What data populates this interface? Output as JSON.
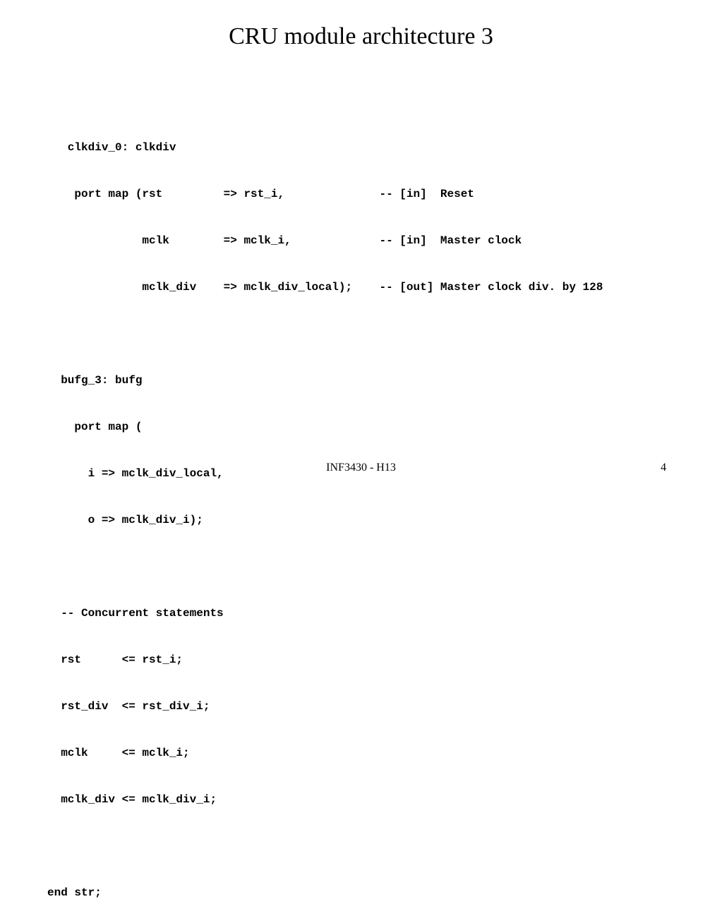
{
  "slide": {
    "title": "CRU module architecture 3",
    "code_lines": [
      "   clkdiv_0: clkdiv",
      "    port map (rst         => rst_i,              -- [in]  Reset",
      "              mclk        => mclk_i,             -- [in]  Master clock",
      "              mclk_div    => mclk_div_local);    -- [out] Master clock div. by 128",
      "",
      "  bufg_3: bufg",
      "    port map (",
      "      i => mclk_div_local,",
      "      o => mclk_div_i);",
      "",
      "  -- Concurrent statements",
      "  rst      <= rst_i;",
      "  rst_div  <= rst_div_i;",
      "  mclk     <= mclk_i;",
      "  mclk_div <= mclk_div_i;",
      "",
      "end str;"
    ],
    "footer": {
      "course": "INF3430 - H13",
      "page_number": "4"
    }
  }
}
